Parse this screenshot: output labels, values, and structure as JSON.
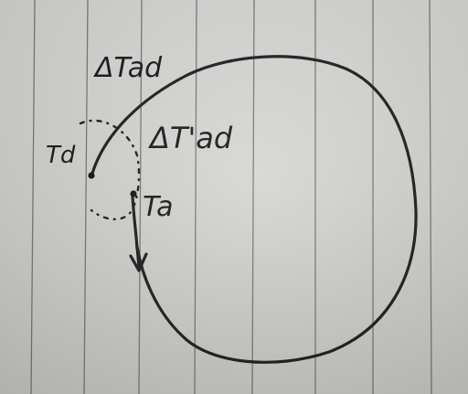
{
  "sketch": {
    "labels": {
      "delta_t_ad": "ΔTad",
      "delta_t_ad_prime": "ΔT'ad",
      "t_d": "Td",
      "t_a": "Ta"
    }
  }
}
